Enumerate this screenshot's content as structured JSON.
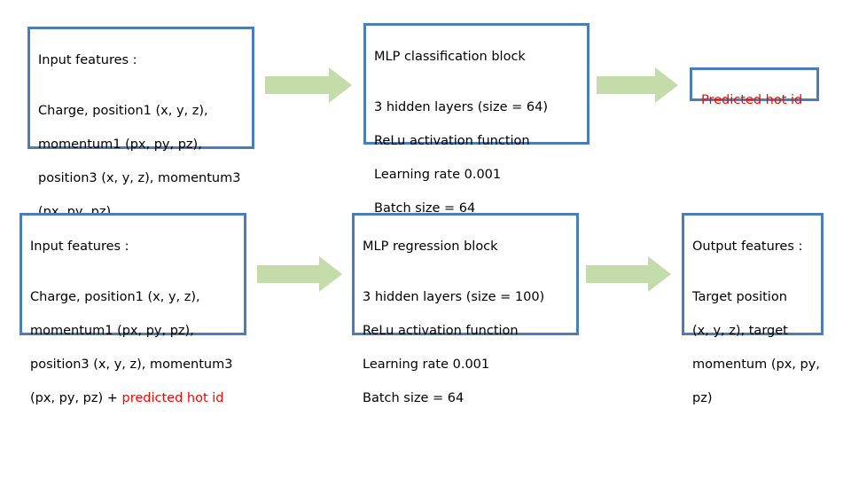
{
  "colors": {
    "box_border": "#4a7ebb",
    "arrow_fill": "#c3dcaa",
    "highlight_text": "#ff0000"
  },
  "row1": {
    "input_box": {
      "title": "Input features :",
      "lines": [
        "Charge, position1 (x, y, z),",
        "momentum1 (px, py, pz),",
        "position3 (x, y, z), momentum3",
        "(px, py, pz)"
      ]
    },
    "mlp_box": {
      "title": "MLP classification block",
      "lines": [
        "3 hidden layers (size = 64)",
        "ReLu activation function",
        "Learning rate 0.001",
        "Batch size = 64"
      ]
    },
    "output_box": {
      "label": "Predicted hot id"
    }
  },
  "row2": {
    "input_box": {
      "title": "Input features :",
      "lines": [
        "Charge, position1 (x, y, z),",
        "momentum1 (px, py, pz),",
        "position3 (x, y, z), momentum3"
      ],
      "last_line_prefix": "(px, py, pz) + ",
      "last_line_highlight": "predicted hot id"
    },
    "mlp_box": {
      "title": "MLP regression block",
      "lines": [
        "3 hidden layers (size = 100)",
        "ReLu activation function",
        "Learning rate 0.001",
        "Batch size = 64"
      ]
    },
    "output_box": {
      "title": "Output features :",
      "lines": [
        "Target position",
        "(x, y, z), target",
        "momentum (px, py,",
        "pz)"
      ]
    }
  }
}
